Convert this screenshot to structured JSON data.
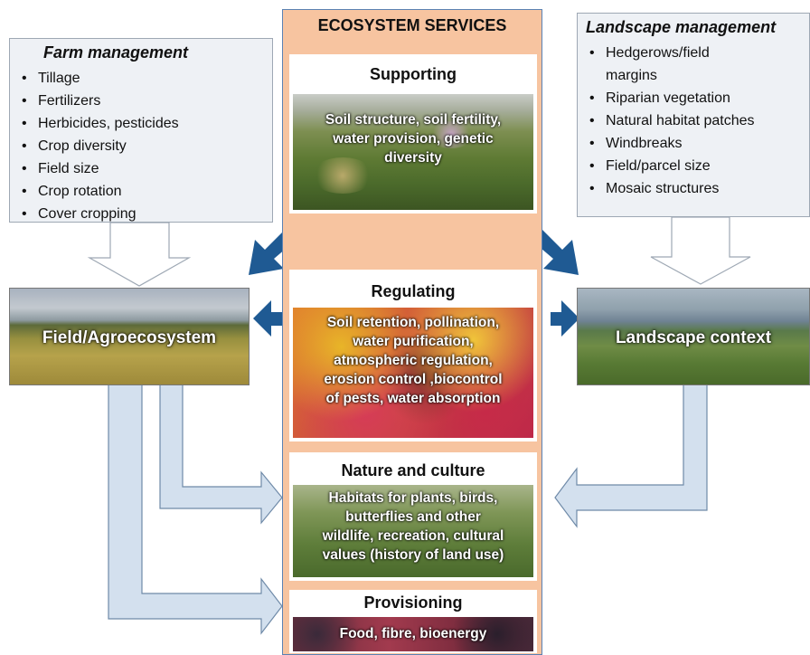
{
  "farm_management": {
    "title": "Farm management",
    "items": [
      "Tillage",
      "Fertilizers",
      "Herbicides, pesticides",
      "Crop diversity",
      "Field size",
      "Crop rotation",
      "Cover cropping"
    ]
  },
  "landscape_management": {
    "title": "Landscape management",
    "items": [
      "Hedgerows/field",
      "margins",
      "Riparian vegetation",
      "Natural habitat patches",
      "Windbreaks",
      "Field/parcel size",
      "Mosaic structures"
    ]
  },
  "ecosystem_services": {
    "title": "ECOSYSTEM SERVICES",
    "supporting": {
      "title": "Supporting",
      "lines": [
        "Soil structure, soil fertility,",
        "water provision, genetic",
        "diversity"
      ]
    },
    "regulating": {
      "title": "Regulating",
      "lines": [
        "Soil retention, pollination,",
        "water purification,",
        "atmospheric regulation,",
        "erosion control ,biocontrol",
        "of pests,  water absorption"
      ]
    },
    "nature_culture": {
      "title": "Nature and culture",
      "lines": [
        "Habitats for plants, birds,",
        "butterflies and other",
        "wildlife, recreation, cultural",
        "values (history of land use)"
      ]
    },
    "provisioning": {
      "title": "Provisioning",
      "lines": [
        "Food, fibre, bioenergy"
      ]
    }
  },
  "field": {
    "label": "Field/Agroecosystem"
  },
  "landscape": {
    "label": "Landscape context"
  },
  "colors": {
    "es_background": "#f7c4a0",
    "arrow_dark": "#1f5a93",
    "arrow_light": "#d3e0ee",
    "box_fill": "#eef1f5"
  }
}
